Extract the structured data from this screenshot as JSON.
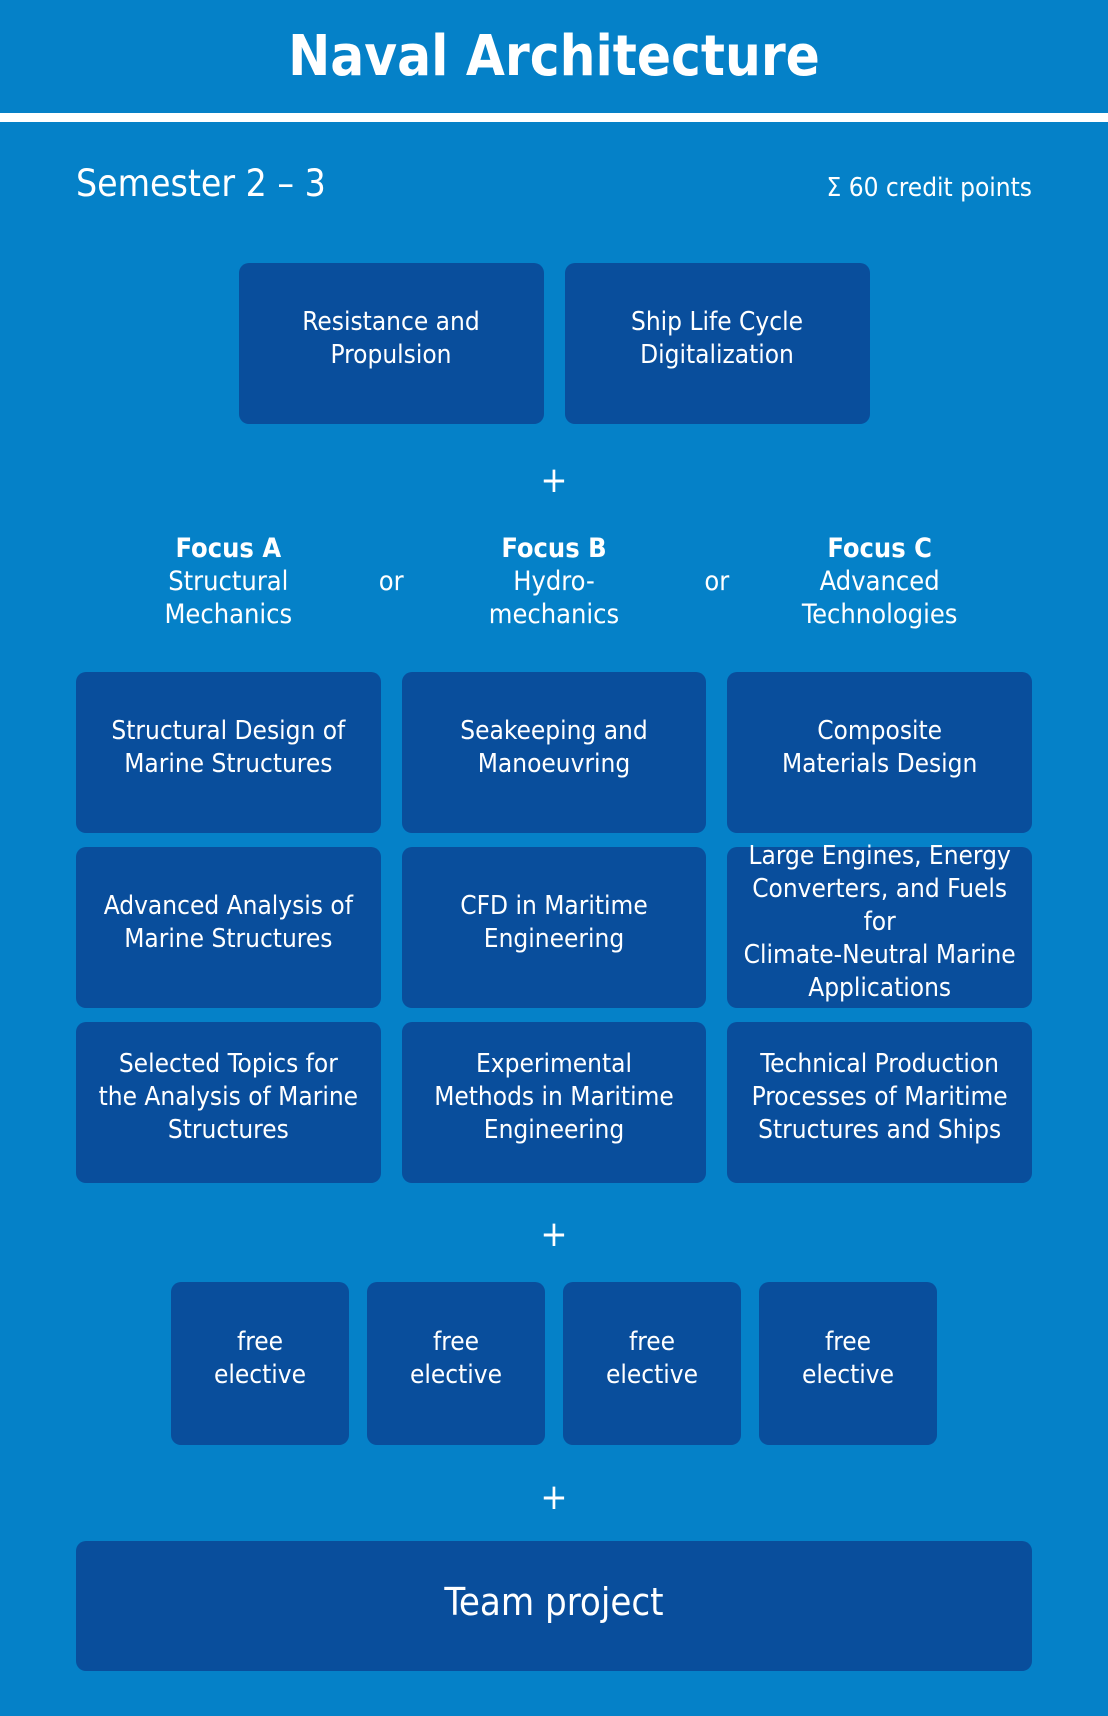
{
  "header": {
    "title": "Naval Architecture"
  },
  "semester": {
    "label": "Semester 2 – 3",
    "credits": "Σ 60 credit points"
  },
  "labels": {
    "plus": "+",
    "or": "or"
  },
  "core_modules": [
    {
      "title": "Resistance and\nPropulsion"
    },
    {
      "title": "Ship Life Cycle\nDigitalization"
    }
  ],
  "focus_columns": [
    {
      "name": "Focus A",
      "subtitle": "Structural\nMechanics",
      "modules": [
        "Structural Design of\nMarine Structures",
        "Advanced Analysis of\nMarine Structures",
        "Selected Topics for\nthe Analysis of Marine\nStructures"
      ]
    },
    {
      "name": "Focus B",
      "subtitle": "Hydro-\nmechanics",
      "modules": [
        "Seakeeping and\nManoeuvring",
        "CFD in Maritime\nEngineering",
        "Experimental\nMethods in Maritime\nEngineering"
      ]
    },
    {
      "name": "Focus C",
      "subtitle": "Advanced\nTechnologies",
      "modules": [
        "Composite\nMaterials Design",
        "Large Engines, Energy\nConverters, and Fuels for\nClimate-Neutral Marine\nApplications",
        "Technical Production\nProcesses of Maritime\nStructures and Ships"
      ]
    }
  ],
  "electives": [
    {
      "title": "free\nelective"
    },
    {
      "title": "free\nelective"
    },
    {
      "title": "free\nelective"
    },
    {
      "title": "free\nelective"
    }
  ],
  "team_project": {
    "title": "Team project"
  },
  "colors": {
    "background": "#0581c8",
    "box": "#094e9c",
    "text": "#ffffff"
  }
}
